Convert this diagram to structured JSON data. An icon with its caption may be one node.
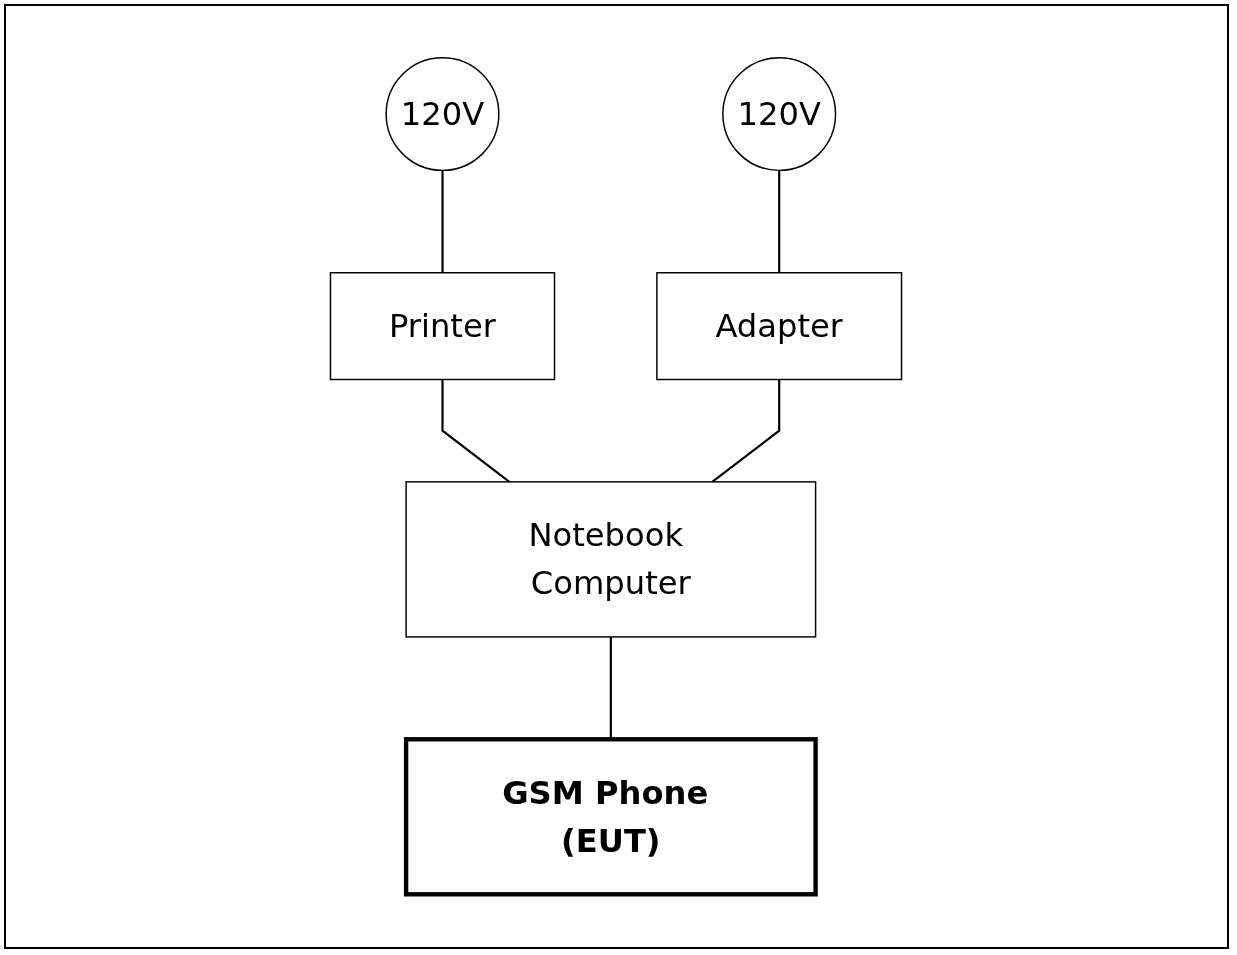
{
  "diagram": {
    "nodes": [
      {
        "text": [
          "120V"
        ]
      },
      {
        "text": [
          "Adapter"
        ]
      },
      {
        "text": [
          "120V"
        ]
      },
      {
        "text": [
          "Printer"
        ]
      },
      {
        "text": [
          "Notebook Computer"
        ]
      },
      {
        "text": [
          "GSM Phone (EUT)"
        ]
      }
    ],
    "edges": [
      {
        "from": 0,
        "to": 1,
        "arrow": "none"
      },
      {
        "from": 2,
        "to": 3,
        "arrow": "none"
      },
      {
        "from": 3,
        "to": 4,
        "arrow": "none"
      },
      {
        "from": 1,
        "to": 4,
        "arrow": "none"
      },
      {
        "from": 4,
        "to": 5,
        "arrow": "none"
      }
    ]
  }
}
